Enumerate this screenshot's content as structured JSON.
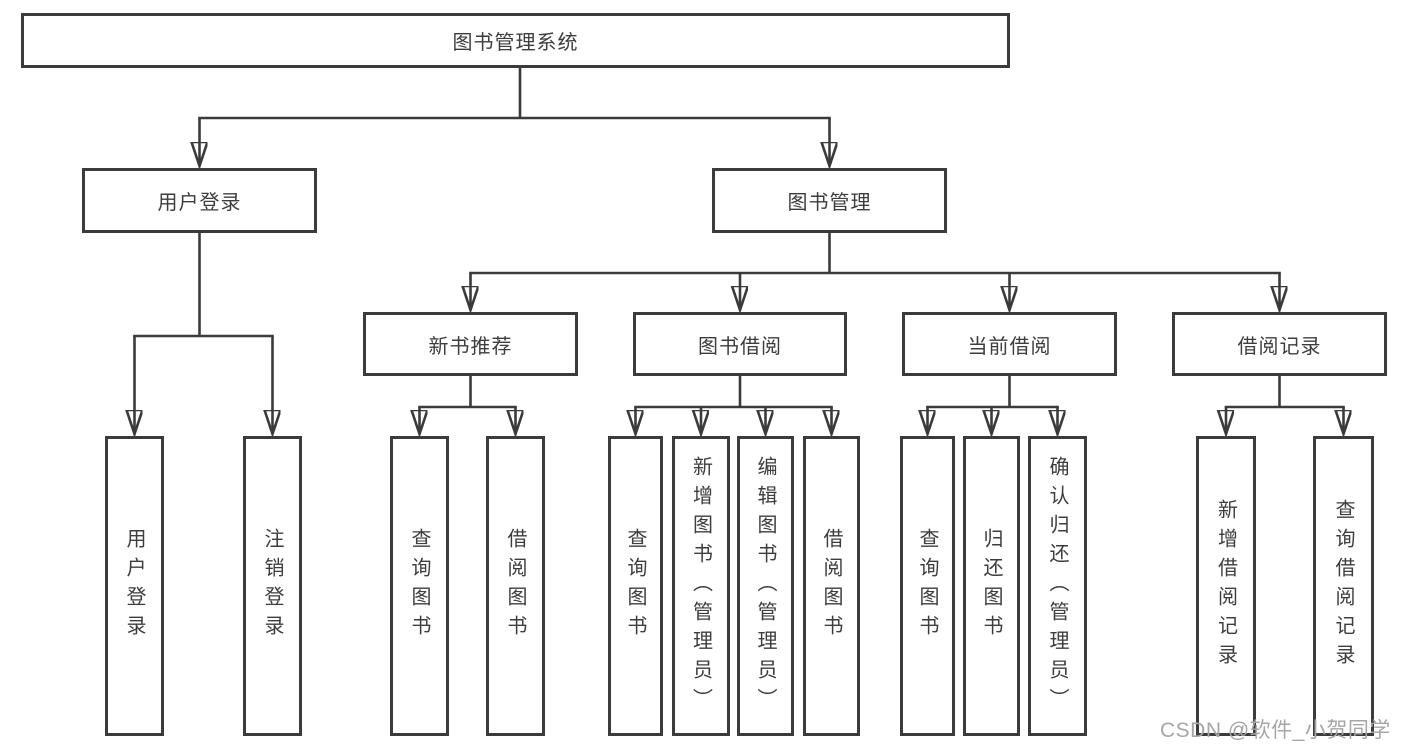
{
  "tree": {
    "label": "图书管理系统",
    "children": [
      {
        "label": "用户登录",
        "children": [
          {
            "label": "用户登录"
          },
          {
            "label": "注销登录"
          }
        ]
      },
      {
        "label": "图书管理",
        "children": [
          {
            "label": "新书推荐",
            "children": [
              {
                "label": "查询图书"
              },
              {
                "label": "借阅图书"
              }
            ]
          },
          {
            "label": "图书借阅",
            "children": [
              {
                "label": "查询图书"
              },
              {
                "label": "新增图书（管理员）"
              },
              {
                "label": "编辑图书（管理员）"
              },
              {
                "label": "借阅图书"
              }
            ]
          },
          {
            "label": "当前借阅",
            "children": [
              {
                "label": "查询图书"
              },
              {
                "label": "归还图书"
              },
              {
                "label": "确认归还（管理员）"
              }
            ]
          },
          {
            "label": "借阅记录",
            "children": [
              {
                "label": "新增借阅记录"
              },
              {
                "label": "查询借阅记录"
              }
            ]
          }
        ]
      }
    ]
  },
  "watermark": {
    "text": "CSDN @软件_小贺同学"
  },
  "colors": {
    "line": "#3b3b3b",
    "text": "#3d3d3d",
    "watermark": "#a6a6a6",
    "background": "#ffffff"
  }
}
